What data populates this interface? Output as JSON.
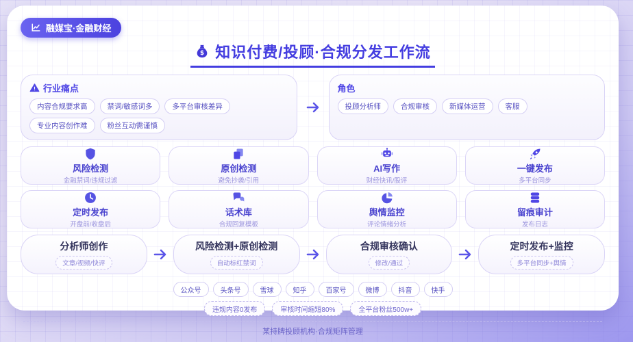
{
  "colors": {
    "primary": "#4f46e5",
    "primary_light": "#8487f0",
    "title_underline": "#443de0",
    "panel_bg": "#ffffff"
  },
  "badge": {
    "icon": "line-chart-icon",
    "label": "融媒宝·金融财经"
  },
  "title": {
    "icon": "money-bag-icon",
    "text": "知识付费/投顾·合规分发工作流"
  },
  "pain_points": {
    "title": "行业痛点",
    "icon": "warning-icon",
    "tags": [
      "内容合规要求高",
      "禁词/敏感词多",
      "多平台审核差异",
      "专业内容创作难",
      "粉丝互动需谨慎"
    ]
  },
  "roles": {
    "title": "角色",
    "tags": [
      "投顾分析师",
      "合规审核",
      "新媒体运营",
      "客服"
    ]
  },
  "features": [
    {
      "icon": "shield-icon",
      "title": "风险检测",
      "subtitle": "金融禁词/违规过滤"
    },
    {
      "icon": "copy-icon",
      "title": "原创检测",
      "subtitle": "避免抄袭/引用"
    },
    {
      "icon": "robot-icon",
      "title": "AI写作",
      "subtitle": "财经快讯/股评"
    },
    {
      "icon": "rocket-icon",
      "title": "一键发布",
      "subtitle": "多平台同步"
    },
    {
      "icon": "clock-icon",
      "title": "定时发布",
      "subtitle": "开盘前/收盘后"
    },
    {
      "icon": "chat-icon",
      "title": "话术库",
      "subtitle": "合规回复模板"
    },
    {
      "icon": "pie-chart-icon",
      "title": "舆情监控",
      "subtitle": "评论情绪分析"
    },
    {
      "icon": "database-icon",
      "title": "留痕审计",
      "subtitle": "发布日志"
    }
  ],
  "workflow": [
    {
      "title": "分析师创作",
      "tag": "文章/视频/快评"
    },
    {
      "title": "风险检测+原创检测",
      "tag": "自动标红禁词"
    },
    {
      "title": "合规审核确认",
      "tag": "修改/通过"
    },
    {
      "title": "定时发布+监控",
      "tag": "多平台同步+舆情"
    }
  ],
  "platforms": [
    "公众号",
    "头条号",
    "雪球",
    "知乎",
    "百家号",
    "微博",
    "抖音",
    "快手"
  ],
  "stats": [
    "违规内容0发布",
    "审核时间缩短80%",
    "全平台粉丝500w+"
  ],
  "footer": {
    "caption": "某持牌投顾机构·合规矩阵管理"
  }
}
